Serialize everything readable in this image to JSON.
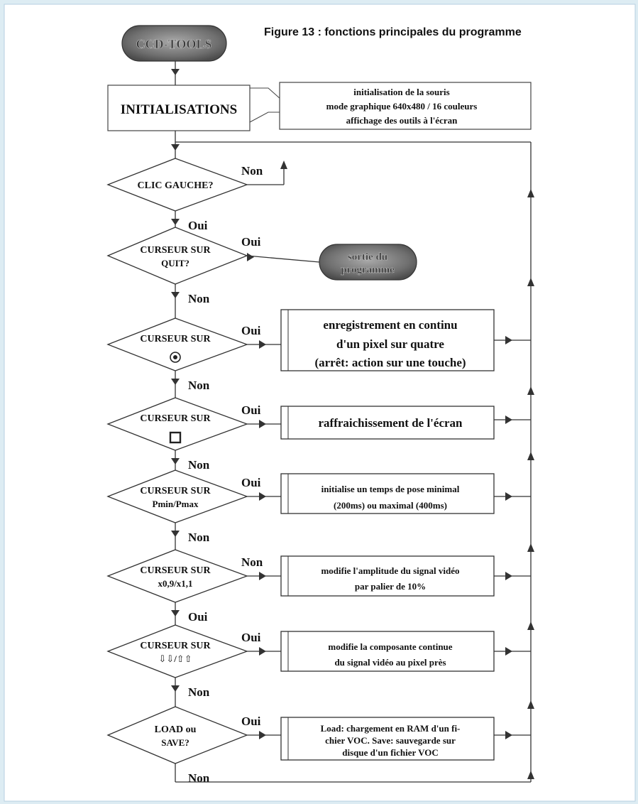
{
  "figure_title": "Figure 13 : fonctions principales du programme",
  "start_node": "CCD-TOOLS",
  "init": {
    "label": "INITIALISATIONS",
    "note": [
      "initialisation de la souris",
      "mode graphique 640x480 / 16 couleurs",
      "affichage des outils à l'écran"
    ]
  },
  "exit_node": [
    "sortie du",
    "programme"
  ],
  "decisions": [
    {
      "lines": [
        "CLIC GAUCHE?"
      ],
      "side": "Non",
      "down": "Oui"
    },
    {
      "lines": [
        "CURSEUR SUR",
        "QUIT?"
      ],
      "side": "Oui",
      "down": "Non"
    },
    {
      "lines": [
        "CURSEUR SUR"
      ],
      "icon": "record-target-icon",
      "side": "Oui",
      "down": "Non"
    },
    {
      "lines": [
        "CURSEUR SUR"
      ],
      "icon": "square-icon",
      "side": "Oui",
      "down": "Non"
    },
    {
      "lines": [
        "CURSEUR SUR",
        "Pmin/Pmax"
      ],
      "side": "Oui",
      "down": "Non"
    },
    {
      "lines": [
        "CURSEUR SUR",
        "x0,9/x1,1"
      ],
      "side": "Non",
      "down": "Oui"
    },
    {
      "lines": [
        "CURSEUR SUR",
        "⇩⇩/⇧⇧"
      ],
      "side": "Oui",
      "down": "Non"
    },
    {
      "lines": [
        "LOAD ou",
        "SAVE?"
      ],
      "side": "Oui",
      "down": "Non"
    }
  ],
  "actions": [
    {
      "lines": [
        "enregistrement en continu",
        "d'un pixel sur quatre",
        "(arrêt: action sur une touche)"
      ]
    },
    {
      "lines": [
        "raffraichissement de l'écran"
      ]
    },
    {
      "lines": [
        "initialise un temps de pose minimal",
        "(200ms) ou maximal (400ms)"
      ]
    },
    {
      "lines": [
        "modifie l'amplitude du signal vidéo",
        "par palier de 10%"
      ]
    },
    {
      "lines": [
        "modifie la composante continue",
        "du signal vidéo au pixel près"
      ]
    },
    {
      "lines": [
        "Load: chargement en RAM d'un fi-",
        "chier VOC. Save: sauvegarde sur",
        "disque d'un fichier VOC"
      ]
    }
  ]
}
